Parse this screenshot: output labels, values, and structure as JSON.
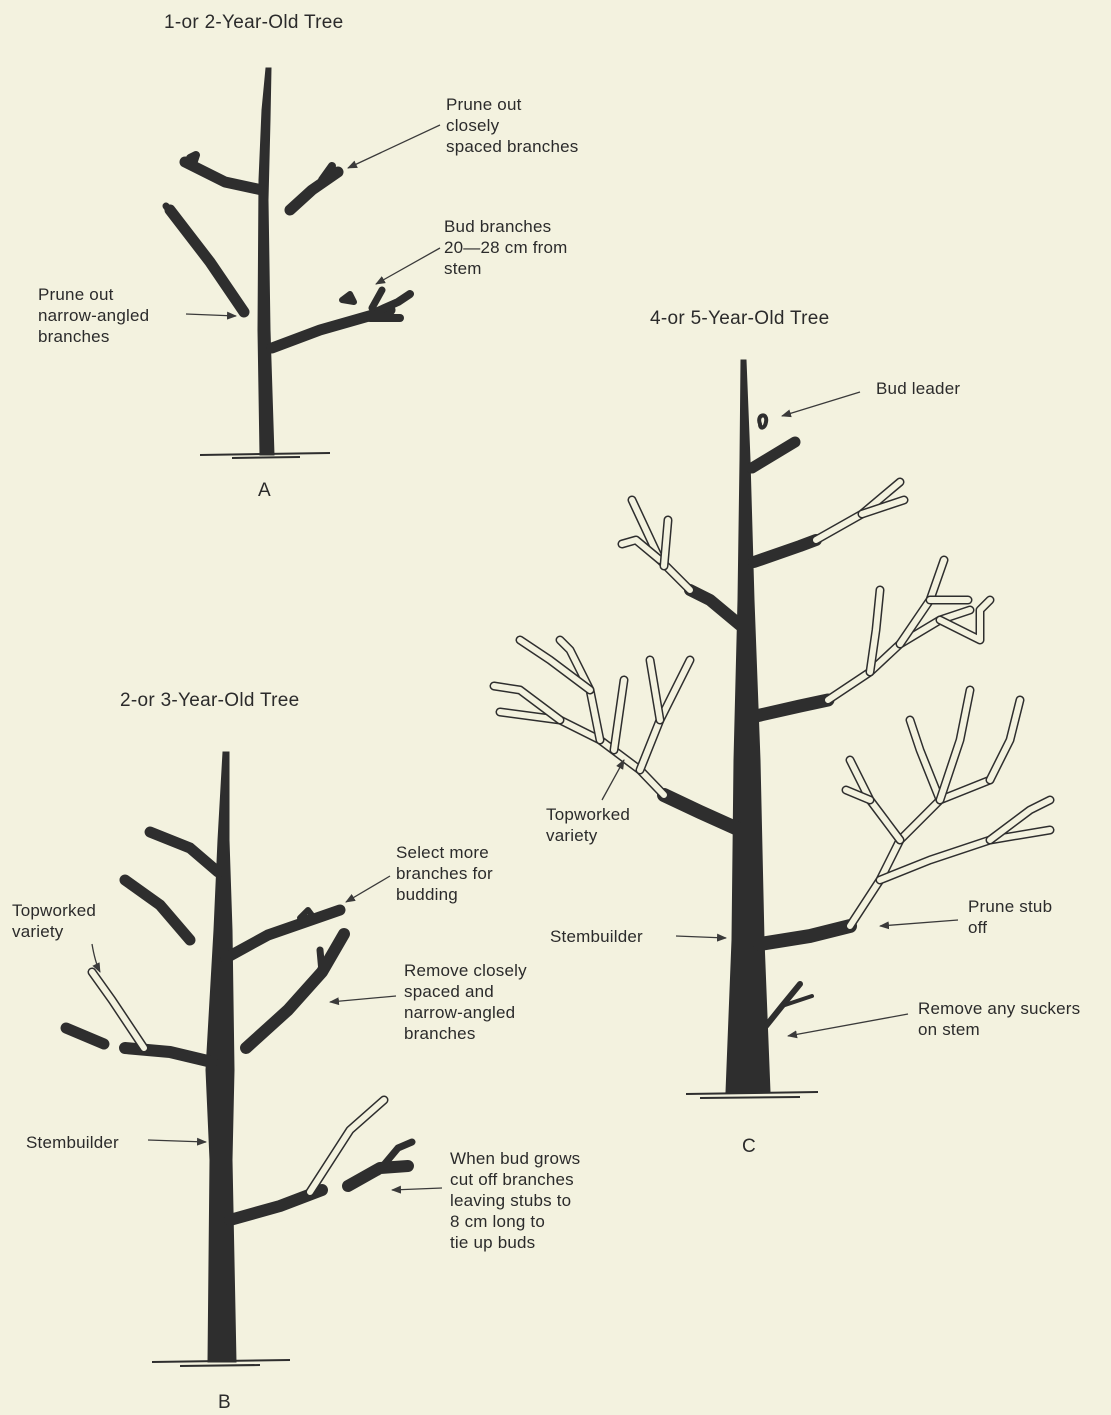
{
  "figure": {
    "treeA": {
      "title": "1-or 2-Year-Old Tree",
      "letter": "A",
      "prune_closely": [
        "Prune out",
        "closely",
        "spaced branches"
      ],
      "bud_branches": [
        "Bud branches",
        "20—28 cm from",
        "stem"
      ],
      "prune_narrow": [
        "Prune out",
        "narrow-angled",
        "branches"
      ]
    },
    "treeB": {
      "title": "2-or 3-Year-Old Tree",
      "letter": "B",
      "select_more": [
        "Select more",
        "branches for",
        "budding"
      ],
      "topworked": [
        "Topworked",
        "variety"
      ],
      "remove_closely": [
        "Remove closely",
        "spaced and",
        "narrow-angled",
        "branches"
      ],
      "stembuilder": "Stembuilder",
      "when_bud": [
        "When bud grows",
        "cut off branches",
        "leaving stubs to",
        "8 cm long to",
        "tie up buds"
      ]
    },
    "treeC": {
      "title": "4-or 5-Year-Old Tree",
      "letter": "C",
      "bud_leader": "Bud leader",
      "topworked": [
        "Topworked",
        "variety"
      ],
      "stembuilder": "Stembuilder",
      "prune_stub": [
        "Prune stub",
        "off"
      ],
      "remove_suckers": [
        "Remove any suckers",
        "on stem"
      ]
    }
  },
  "colors": {
    "background": "#f3f2df",
    "ink": "#2e2e2e"
  }
}
